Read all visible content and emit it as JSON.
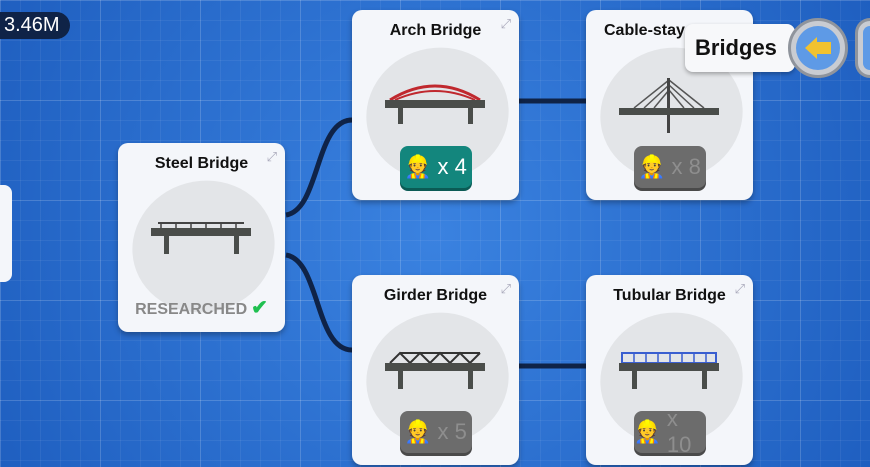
{
  "money": "3.46M",
  "header": {
    "title": "Bridges"
  },
  "colors": {
    "researched_check": "#20c050",
    "affordable_cost": "#13867d",
    "locked_cost": "#6c6c6c",
    "connector": "#0f2347"
  },
  "cards": {
    "steel": {
      "title": "Steel Bridge",
      "status": "RESEARCHED",
      "check": "✔"
    },
    "arch": {
      "title": "Arch Bridge",
      "cost": "x 4"
    },
    "cable": {
      "title": "Cable-stay",
      "cost": "x 8"
    },
    "girder": {
      "title": "Girder Bridge",
      "cost": "x 5"
    },
    "tubular": {
      "title": "Tubular Bridge",
      "cost": "x 10"
    }
  }
}
